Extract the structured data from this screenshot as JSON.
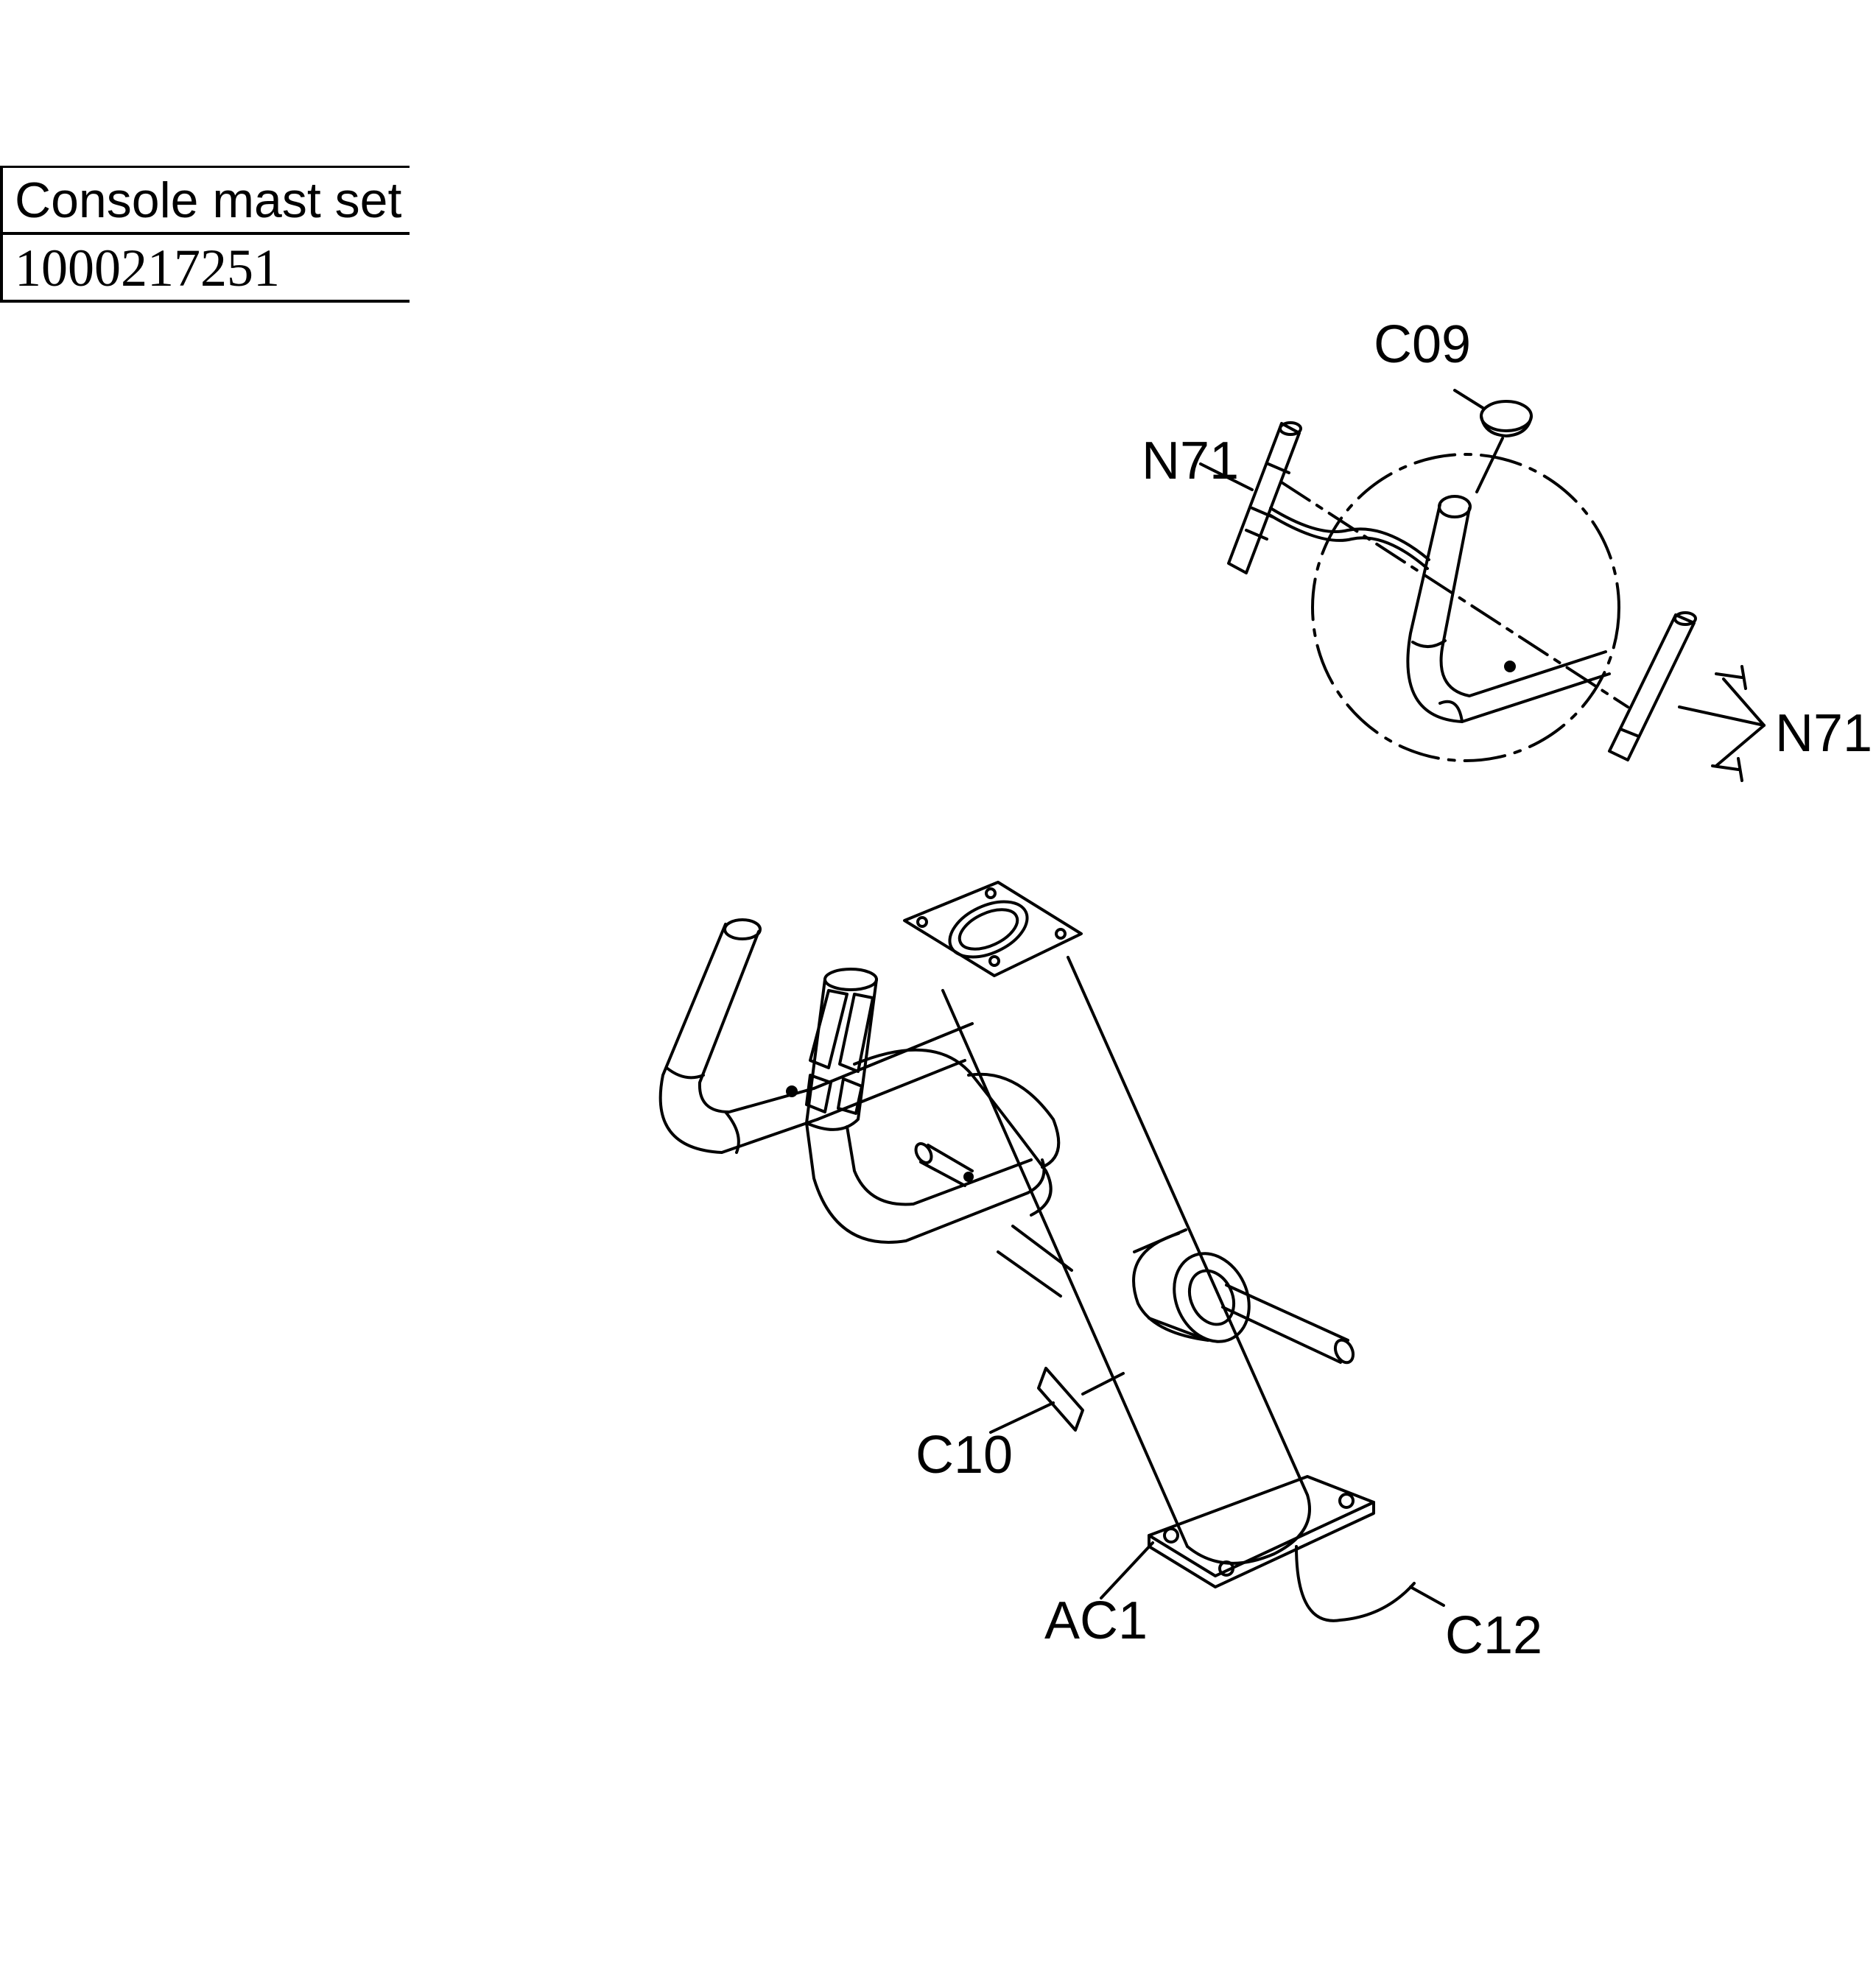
{
  "title_block": {
    "part_name": "Console mast set",
    "part_number": "1000217251"
  },
  "callouts": {
    "c09": "C09",
    "n71_left": "N71",
    "n71_right": "N71",
    "c10": "C10",
    "ac1": "AC1",
    "c12": "C12"
  }
}
